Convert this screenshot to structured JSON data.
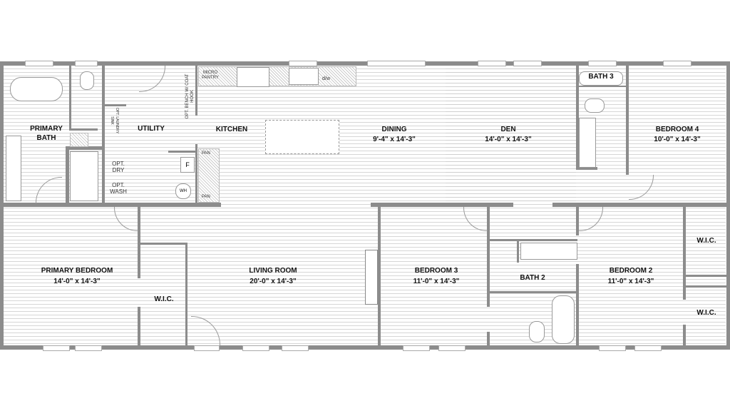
{
  "plan": {
    "rooms": {
      "primary_bath": "PRIMARY\nBATH",
      "utility": "UTILITY",
      "kitchen": "KITCHEN",
      "dining": "DINING",
      "dining_size": "9'-4\" x  14'-3\"",
      "den": "DEN",
      "den_size": "14'-0\" x  14'-3\"",
      "bath3": "BATH 3",
      "bedroom4": "BEDROOM 4",
      "bedroom4_size": "10'-0\" x  14'-3\"",
      "primary_bedroom": "PRIMARY BEDROOM",
      "primary_bedroom_size": "14'-0\" x  14'-3\"",
      "wic_primary": "W.I.C.",
      "living_room": "LIVING ROOM",
      "living_room_size": "20'-0\" x  14'-3\"",
      "bedroom3": "BEDROOM 3",
      "bedroom3_size": "11'-0\" x  14'-3\"",
      "bath2": "BATH 2",
      "bedroom2": "BEDROOM 2",
      "bedroom2_size": "11'-0\" x  14'-3\"",
      "wic_upper": "W.I.C.",
      "wic_lower": "W.I.C."
    },
    "fixtures": {
      "micro_pantry": "MICRO PANTRY",
      "bench": "OPT. BENCH W/ COAT HOOK",
      "laundry_sink": "OPT. LAUNDRY SINK",
      "dw": "d/w",
      "opt_dry": "OPT. DRY",
      "opt_wash": "OPT. WASH",
      "furnace": "F",
      "water_heater": "WH",
      "pan_top": "PAN",
      "pan_bottom": "PAN"
    },
    "colors": {
      "wall": "#8c8c8c",
      "floor_line": "#d6d6d6"
    }
  }
}
